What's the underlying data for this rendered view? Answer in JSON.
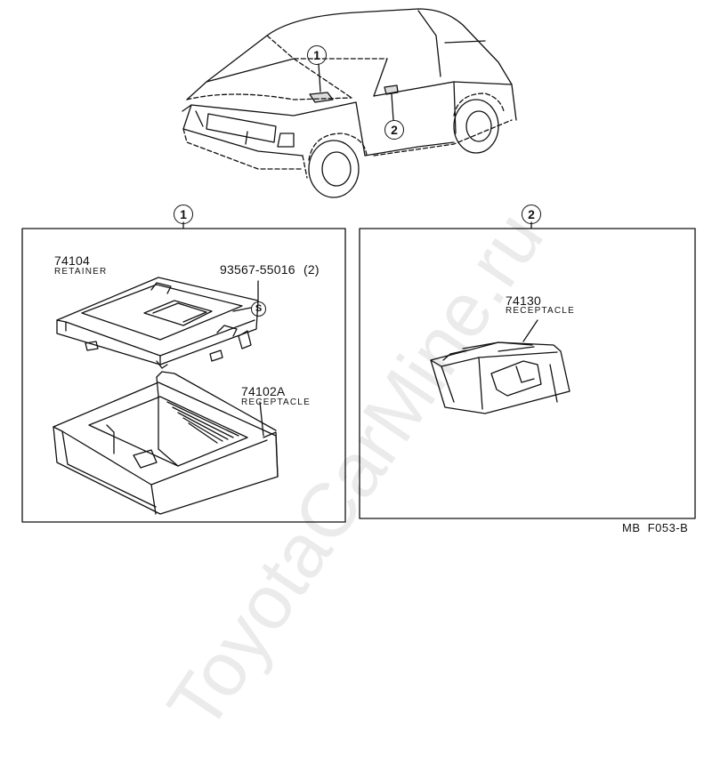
{
  "diagram_code": "MB  F053-B",
  "watermark": "ToyotaCarMine.ru",
  "car_callouts": [
    "1",
    "2"
  ],
  "panels": [
    {
      "id": "1",
      "parts": [
        {
          "number": "74104",
          "name": "RETAINER"
        },
        {
          "number": "93567-55016",
          "qty": "(2)",
          "symbol": "S"
        },
        {
          "number": "74102A",
          "name": "RECEPTACLE"
        }
      ]
    },
    {
      "id": "2",
      "parts": [
        {
          "number": "74130",
          "name": "RECEPTACLE"
        }
      ]
    }
  ]
}
